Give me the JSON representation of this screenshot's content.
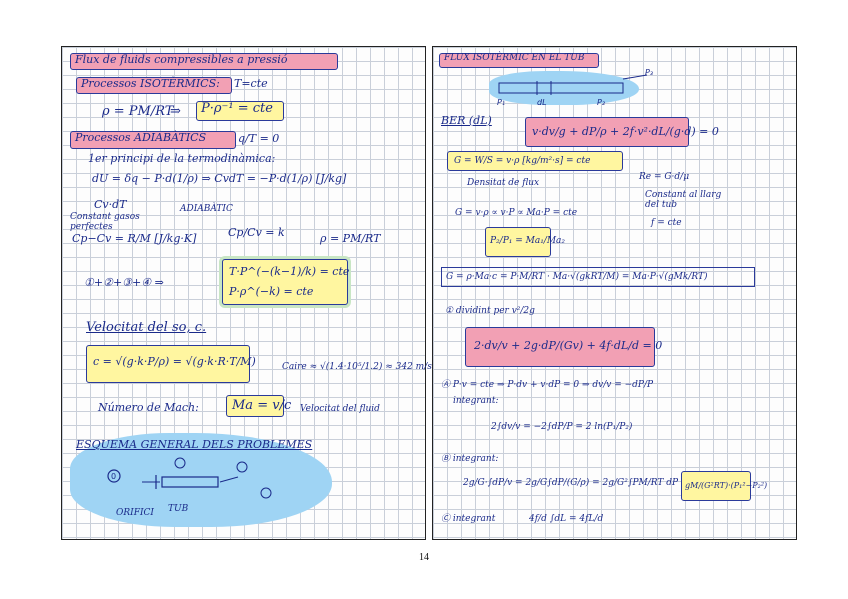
{
  "left_page": {
    "title": "Flux de fluids compressibles a pressió",
    "processos_isotermics": "Processos ISOTÈRMICS:",
    "isot_condition": "T=cte",
    "rho_eq": "ρ = PM/RT",
    "rho_result": "P·ρ⁻¹ = cte",
    "processos_adiabatics": "Processos ADIABÀTICS",
    "adiab_condition": "q/T = 0",
    "principi": "1er principi de la termodinàmica:",
    "eq_du": "dU = δq − P·d(1/ρ)  ⇒  CvdT = −P·d(1/ρ) [J/kg]",
    "cvdt": "Cv·dT",
    "adiabatic_tag": "ADIABÀTIC",
    "constant_gasos": "Constant gasos perfectes",
    "cp_cv": "Cp−Cv = R/M [J/kg·K]",
    "cp_cv_k": "Cp/Cv = k",
    "rho_prm": "ρ = PM/RT",
    "sum_eq": "①+②+③+④ ⇒",
    "adiab_result_1": "T·P^(−(k−1)/k) = cte",
    "adiab_result_2": "P·ρ^(−k) = cte",
    "velocitat_so": "Velocitat del so, c.",
    "c_formula": "c = √(g·k·P/ρ) = √(g·k·R·T/M)",
    "c_aire": "Caire ≈ √(1.4·10⁵/1.2) ≈ 342 m/s",
    "mach_label": "Número de Mach:",
    "mach_formula": "Ma = v/c",
    "velocitat_fluid": "Velocitat del fluid",
    "esquema": "ESQUEMA GENERAL DELS PROBLEMES",
    "orifici": "ORIFICI",
    "tub": "TUB"
  },
  "right_page": {
    "title": "FLUX ISOTÈRMIC EN EL TUB",
    "ber": "BER (dL)",
    "ber_eq": "v·dv/g + dP/ρ + 2f·v²·dL/(g·d) = 0",
    "g_eq": "G = W/S = v·ρ [kg/m²·s] = cte",
    "densitat": "Densitat de flux",
    "reynolds": "Re = G·d/μ",
    "constant_llarg": "Constant al llarg del tub",
    "f_cte": "f = cte",
    "g_prop": "G = v·ρ ∝ v·P ∝ Ma·P = cte",
    "p_ratio": "P₂/P₁ = Ma₁/Ma₂",
    "g_big": "G = ρ·Ma·c = P·M/RT · Ma·√(gkRT/M) = Ma·P·√(gMk/RT)",
    "dividint": "① dividint per v²/2g",
    "div_eq": "2·dv/v + 2g·dP/(Gv) + 4f·dL/d = 0",
    "step_a": "Ⓐ P·v = cte ⇒ P·dv + v·dP = 0 ⇒ dv/v = −dP/P",
    "integrant": "integrant:",
    "step_a_int": "2∫dv/v = −2∫dP/P = 2 ln(P₁/P₂)",
    "step_b": "Ⓑ integrant:",
    "step_b_eq": "2g/G·∫dP/v = 2g/G∫dP/(G/ρ) = 2g/G²∫PM/RT dP",
    "step_b_result": "gM/(G²RT)·(P₁²−P₂²)",
    "step_c": "Ⓒ integrant",
    "step_c_eq": "4f/d ∫dL = 4fL/d"
  },
  "page_number": "14"
}
